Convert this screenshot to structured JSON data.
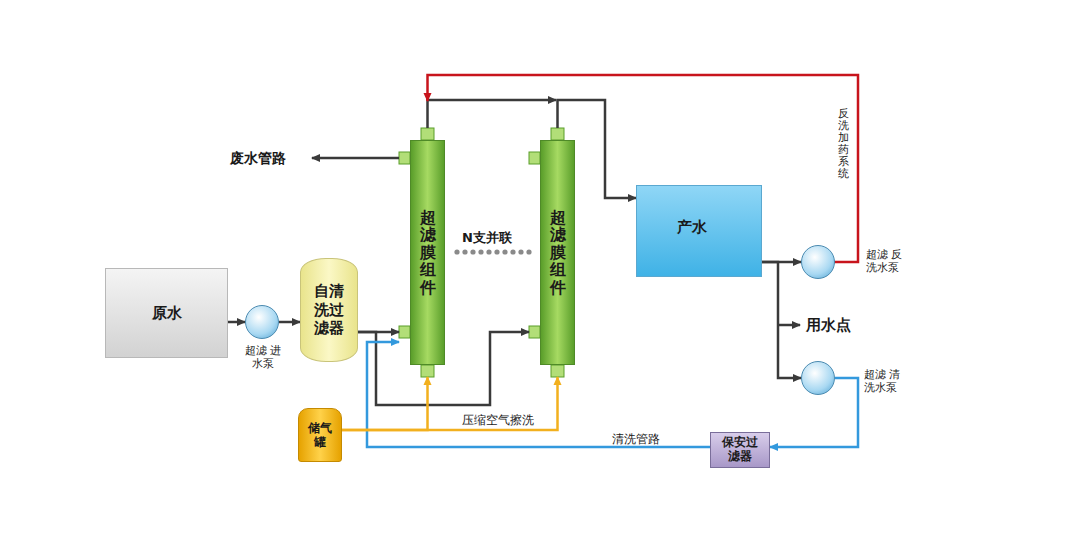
{
  "diagram": {
    "nodes": [
      {
        "text": [
          "原水"
        ]
      },
      {
        "text": [
          "超滤 进水泵"
        ]
      },
      {
        "text": [
          "自清洗过滤器"
        ]
      },
      {
        "text": [
          "超滤膜组件"
        ]
      },
      {
        "text": [
          "超滤膜组件"
        ]
      },
      {
        "text": [
          "产水"
        ]
      },
      {
        "text": [
          "超滤 反洗水泵"
        ]
      },
      {
        "text": [
          "超滤 清洗水泵"
        ]
      },
      {
        "text": [
          "保安过滤器"
        ]
      },
      {
        "text": [
          "储气罐"
        ]
      }
    ],
    "edges": [
      {
        "from": 0,
        "to": 1,
        "arrow": "to"
      },
      {
        "from": 1,
        "to": 2,
        "arrow": "to"
      },
      {
        "from": 2,
        "to": 3,
        "arrow": "to"
      },
      {
        "from": 2,
        "to": 4,
        "arrow": "to"
      },
      {
        "from": 3,
        "to": 5,
        "arrow": "to"
      },
      {
        "from": 4,
        "to": 5,
        "arrow": "to"
      },
      {
        "from": 5,
        "to": 6,
        "arrow": "to"
      },
      {
        "from": 5,
        "to": 7,
        "arrow": "to"
      },
      {
        "from": 6,
        "to": 3,
        "arrow": "to"
      },
      {
        "from": 7,
        "to": 8,
        "arrow": "to"
      },
      {
        "from": 8,
        "to": 3,
        "arrow": "to"
      },
      {
        "from": 9,
        "to": 3,
        "arrow": "to"
      },
      {
        "from": 9,
        "to": 4,
        "arrow": "to"
      }
    ],
    "labels": [
      "废水管路",
      "N支并联",
      "压缩空气擦洗",
      "清洗管路",
      "用水点",
      "反洗加药系统"
    ]
  }
}
